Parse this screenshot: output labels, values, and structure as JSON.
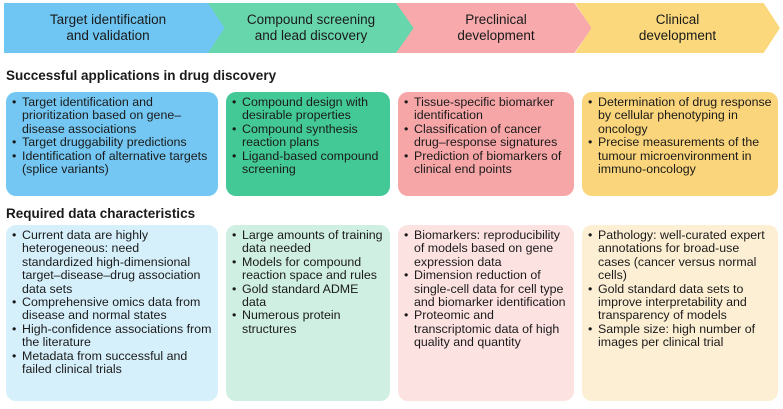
{
  "stages": [
    {
      "label": "Target identification\nand validation",
      "color": "#6fc6f3"
    },
    {
      "label": "Compound screening\nand lead discovery",
      "color": "#68d6ad"
    },
    {
      "label": "Preclinical\ndevelopment",
      "color": "#f7a9ab"
    },
    {
      "label": "Clinical\ndevelopment",
      "color": "#fbd87b"
    }
  ],
  "applications": {
    "title": "Successful applications in drug discovery",
    "columns": [
      {
        "color": "#74c7f2",
        "items": [
          "Target identification and prioritization based on gene–disease associations",
          "Target druggability predictions",
          "Identification of alternative targets (splice variants)"
        ]
      },
      {
        "color": "#43c996",
        "items": [
          "Compound design with desirable properties",
          "Compound synthesis reaction plans",
          "Ligand-based compound screening"
        ]
      },
      {
        "color": "#f7a6a8",
        "items": [
          "Tissue-specific biomarker identification",
          "Classification of cancer drug–response signatures",
          "Prediction of biomarkers of clinical end points"
        ]
      },
      {
        "color": "#fbd57b",
        "items": [
          "Determination of drug response by cellular phenotyping in oncology",
          "Precise measurements of the tumour microenvironment in immuno-oncology"
        ]
      }
    ]
  },
  "requirements": {
    "title": "Required data characteristics",
    "columns": [
      {
        "color": "#d6f0fb",
        "items": [
          "Current data are highly heterogeneous: need standardized high-dimensional target–disease–drug association data sets",
          "Comprehensive omics data from disease and normal states",
          "High-confidence associations from the literature",
          "Metadata from successful and failed clinical trials"
        ]
      },
      {
        "color": "#cfefe2",
        "items": [
          "Large amounts of training data needed",
          "Models for compound reaction space and rules",
          "Gold standard ADME data",
          "Numerous protein structures"
        ]
      },
      {
        "color": "#fde2e2",
        "items": [
          "Biomarkers: reproducibility of models based on gene expression data",
          "Dimension reduction of single-cell data for cell type and biomarker identification",
          "Proteomic and transcriptomic data of high quality and quantity"
        ]
      },
      {
        "color": "#fdefd4",
        "items": [
          "Pathology: well-curated expert annotations for broad-use cases (cancer versus normal cells)",
          "Gold standard data sets to improve interpretability and transparency of models",
          "Sample size: high number of images per clinical trial"
        ]
      }
    ]
  }
}
